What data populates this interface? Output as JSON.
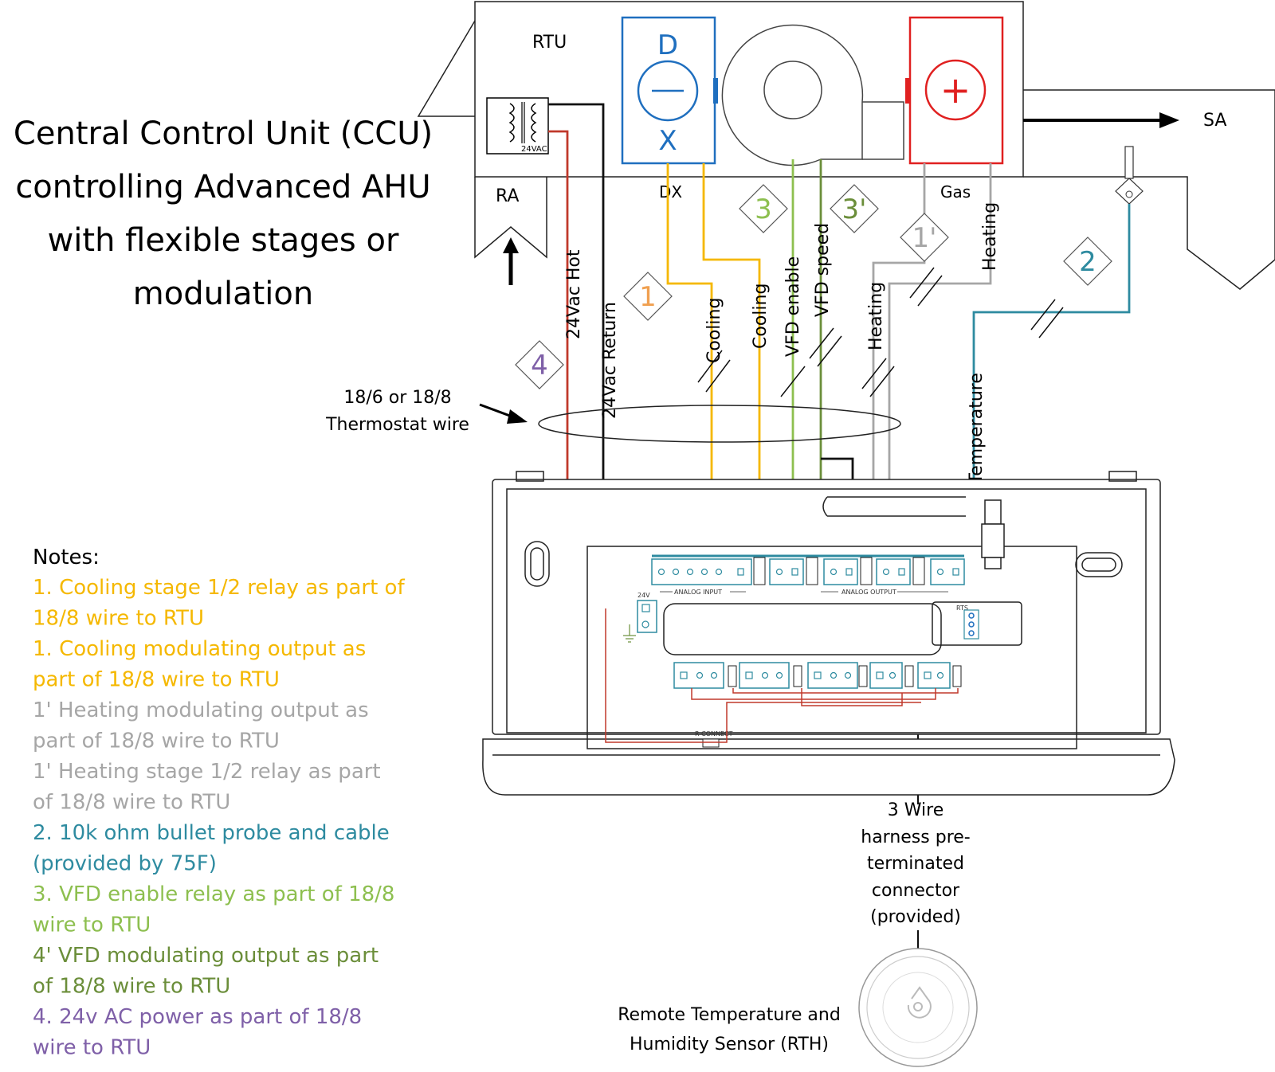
{
  "title": {
    "lines": [
      "Central Control Unit (CCU)",
      "controlling Advanced AHU",
      "with flexible stages or",
      "modulation"
    ]
  },
  "rtu": {
    "label": "RTU",
    "ra_label": "RA",
    "sa_label": "SA",
    "dx_label": "DX",
    "gas_label": "Gas",
    "transformer_label": "24VAC",
    "dx_letters": [
      "D",
      "X"
    ],
    "heater_symbol": "+"
  },
  "wires": {
    "hot": "24Vac Hot",
    "return": "24Vac Return",
    "cooling1": "Cooling",
    "cooling2": "Cooling",
    "vfd_enable": "VFD enable",
    "vfd_speed": "VFD speed",
    "heating1": "Heating",
    "heating2": "Heating",
    "airflow": "Airflow Temperature"
  },
  "badges": {
    "b1": "1",
    "b1p": "1'",
    "b2": "2",
    "b3": "3",
    "b3p": "3'",
    "b4": "4"
  },
  "thermostat_wire": [
    "18/6 or 18/8",
    "Thermostat wire"
  ],
  "harness": [
    "3 Wire",
    "harness pre-",
    "terminated",
    "connector",
    "(provided)"
  ],
  "sensor": [
    "Remote Temperature and",
    "Humidity Sensor (RTH)"
  ],
  "board": {
    "analog_input": "ANALOG INPUT",
    "analog_output": "ANALOG OUTPUT",
    "rts": "RTS",
    "r_connect": "R CONNECT",
    "v24": "24V"
  },
  "notes": {
    "heading": "Notes:",
    "items": [
      {
        "lines": [
          "1. Cooling stage 1/2 relay as part of",
          "18/8 wire to RTU"
        ],
        "color": "#F5B800"
      },
      {
        "lines": [
          "1. Cooling modulating output as",
          "part of 18/8 wire to RTU"
        ],
        "color": "#F5B800"
      },
      {
        "lines": [
          "1' Heating modulating output as",
          "part of 18/8 wire to RTU"
        ],
        "color": "#A6A6A6"
      },
      {
        "lines": [
          "1' Heating stage 1/2 relay as part",
          "of 18/8 wire to RTU"
        ],
        "color": "#A6A6A6"
      },
      {
        "lines": [
          "2. 10k ohm bullet probe and cable",
          "(provided by 75F)"
        ],
        "color": "#2E8BA0"
      },
      {
        "lines": [
          "3. VFD enable relay as part of 18/8",
          "wire to RTU"
        ],
        "color": "#8DBF4F"
      },
      {
        "lines": [
          "4' VFD modulating output as part",
          "of 18/8 wire to RTU"
        ],
        "color": "#6B8E3A"
      },
      {
        "lines": [
          "4. 24v AC power as part of 18/8",
          "wire to RTU"
        ],
        "color": "#7F60A8"
      }
    ]
  },
  "colors": {
    "cooling": "#F5B800",
    "heating_wire": "#A6A6A6",
    "probe": "#2E8BA0",
    "vfd_enable": "#8DBF4F",
    "vfd_speed": "#6B8E3A",
    "power_hot": "#C0392B",
    "dx_blue": "#1F6FBF",
    "heater_red": "#E02020",
    "badge_orange": "#F0A050",
    "badge_purple": "#7F60A8"
  }
}
